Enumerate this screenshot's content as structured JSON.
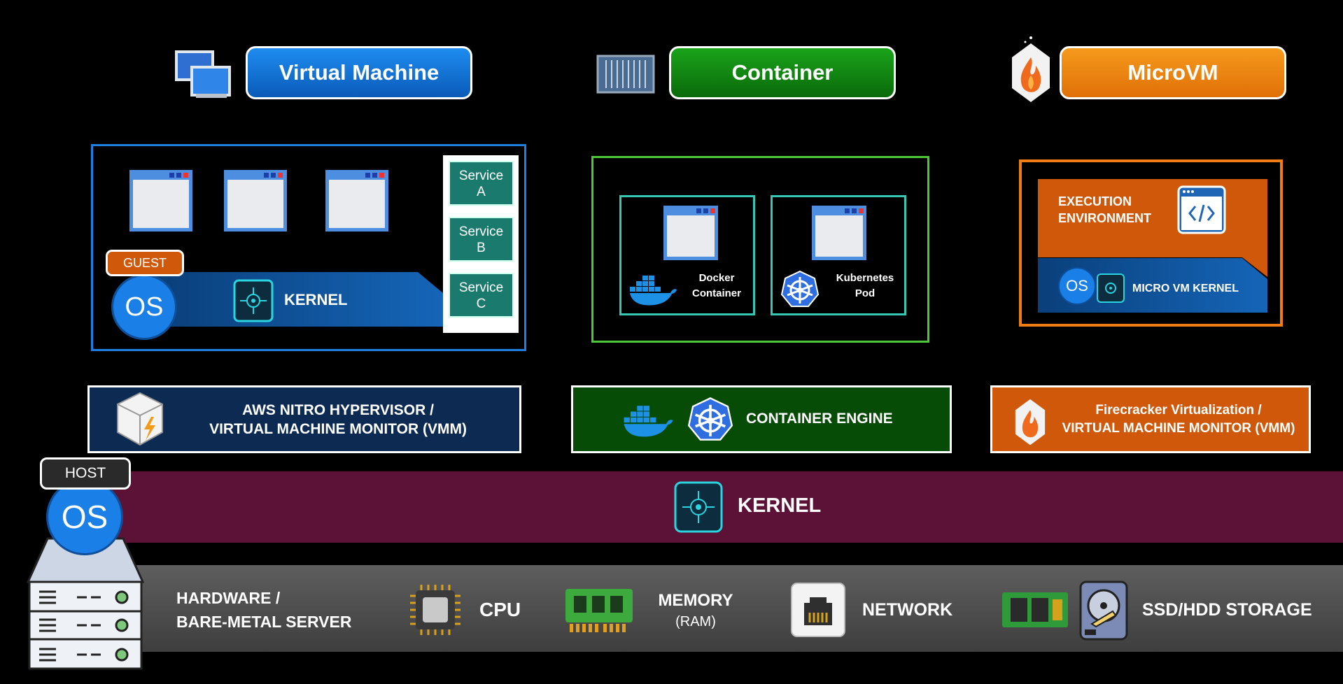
{
  "headers": {
    "vm": "Virtual Machine",
    "container": "Container",
    "microvm": "MicroVM"
  },
  "vm_box": {
    "guest_badge": "GUEST",
    "os_label": "OS",
    "kernel_label": "KERNEL",
    "services": [
      {
        "line1": "Service",
        "line2": "A"
      },
      {
        "line1": "Service",
        "line2": "B"
      },
      {
        "line1": "Service",
        "line2": "C"
      }
    ]
  },
  "container_box": {
    "docker_line1": "Docker",
    "docker_line2": "Container",
    "k8s_line1": "Kubernetes",
    "k8s_line2": "Pod"
  },
  "microvm_box": {
    "exec_line1": "EXECUTION",
    "exec_line2": "ENVIRONMENT",
    "os_label": "OS",
    "kernel_label": "MICRO VM KERNEL"
  },
  "layers": {
    "hypervisor_line1": "AWS NITRO HYPERVISOR /",
    "hypervisor_line2": "VIRTUAL MACHINE MONITOR (VMM)",
    "engine": "CONTAINER ENGINE",
    "firecracker_line1": "Firecracker Virtualization /",
    "firecracker_line2": "VIRTUAL MACHINE MONITOR (VMM)"
  },
  "host": {
    "badge": "HOST",
    "os_label": "OS",
    "kernel_label": "KERNEL"
  },
  "hardware": {
    "line1": "HARDWARE /",
    "line2": "BARE-METAL SERVER",
    "cpu": "CPU",
    "memory_line1": "MEMORY",
    "memory_line2": "(RAM)",
    "network": "NETWORK",
    "storage": "SSD/HDD STORAGE"
  },
  "colors": {
    "vm_blue": "#1a78d8",
    "container_green": "#138a13",
    "microvm_orange": "#e9780c",
    "kernel_band": "#5c1236",
    "hardware_band": "#555555"
  }
}
